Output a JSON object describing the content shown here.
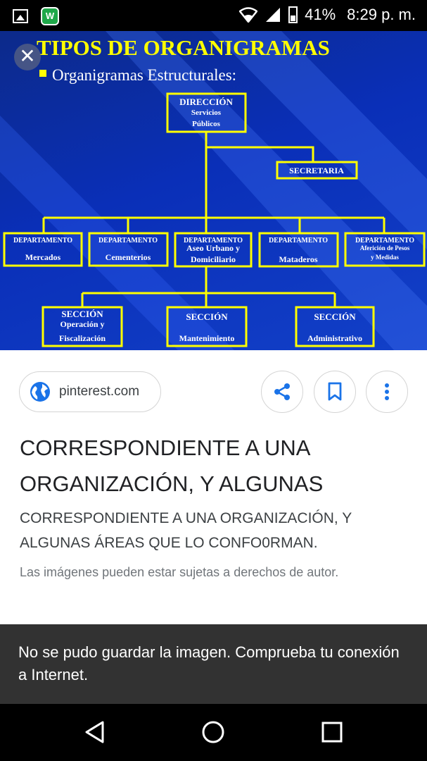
{
  "status_bar": {
    "battery": "41%",
    "time": "8:29 p. m."
  },
  "slide": {
    "title": "TIPOS DE ORGANIGRAMAS",
    "subtitle": "Organigramas Estructurales:",
    "top_box": {
      "l1": "DIRECCIÓN",
      "l2": "Servicios",
      "l3": "Públicos"
    },
    "secretaria": "SECRETARIA",
    "departments": [
      {
        "l1": "DEPARTAMENTO",
        "l2": "Mercados"
      },
      {
        "l1": "DEPARTAMENTO",
        "l2": "Cementerios"
      },
      {
        "l1": "DEPARTAMENTO",
        "l2": "Aseo Urbano y",
        "l3": "Domiciliario"
      },
      {
        "l1": "DEPARTAMENTO",
        "l2": "Mataderos"
      },
      {
        "l1": "DEPARTAMENTO",
        "l2": "Aferición de Pesos",
        "l3": "y Medidas"
      }
    ],
    "sections": [
      {
        "l1": "SECCIÓN",
        "l2": "Operación y",
        "l3": "Fiscalización"
      },
      {
        "l1": "SECCIÓN",
        "l2": "Mantenimiento"
      },
      {
        "l1": "SECCIÓN",
        "l2": "Administrativo"
      }
    ]
  },
  "source": {
    "label": "pinterest.com"
  },
  "title": "CORRESPONDIENTE A UNA ORGANIZACIÓN, Y ALGUNAS",
  "description": "CORRESPONDIENTE A UNA ORGANIZACIÓN, Y ALGUNAS ÁREAS QUE LO CONFO0RMAN.",
  "copyright": "Las imágenes pueden estar sujetas a derechos de autor.",
  "snackbar": "No se pudo guardar la imagen. Comprueba tu conexión a Internet.",
  "icons": [
    "gallery-icon",
    "app-icon",
    "wifi-icon",
    "signal-icon",
    "battery-icon",
    "close-icon",
    "globe-icon",
    "share-icon",
    "bookmark-icon",
    "more-icon",
    "back-icon",
    "home-icon",
    "recents-icon"
  ],
  "colors": {
    "slide_text": "#ffff00",
    "accent_blue": "#1a73e8"
  }
}
